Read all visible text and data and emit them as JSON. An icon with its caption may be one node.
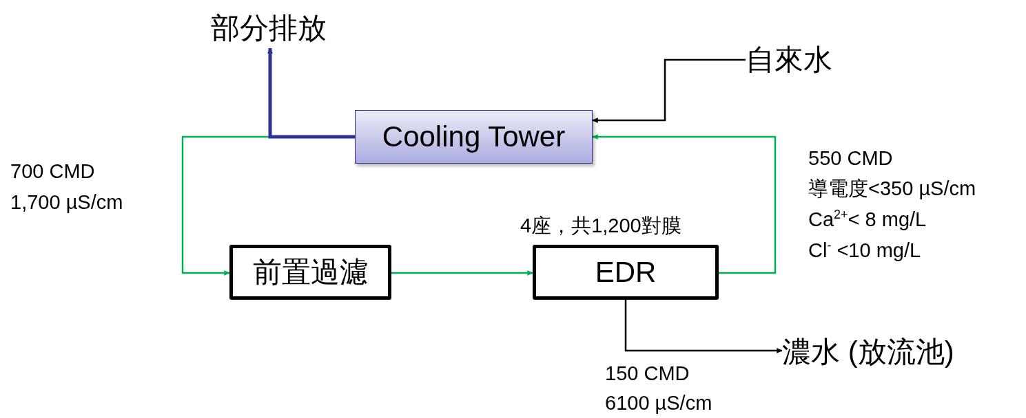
{
  "diagram": {
    "nodes": [
      {
        "text": [
          "Cooling Tower"
        ]
      },
      {
        "text": [
          "前置過濾"
        ]
      },
      {
        "text": [
          "EDR"
        ],
        "beside": [
          "4座，共1,200對膜"
        ]
      },
      {
        "text": [
          "自來水"
        ]
      },
      {
        "text": [
          "部分排放"
        ]
      },
      {
        "text": [
          "濃水 (放流池)"
        ]
      }
    ],
    "edges": [
      {
        "from": 0,
        "to": 1,
        "arrow": "to"
      },
      {
        "from": 1,
        "to": 2,
        "arrow": "to"
      },
      {
        "from": 2,
        "to": 0,
        "arrow": "to"
      },
      {
        "from": 3,
        "to": 0,
        "arrow": "to",
        "color": "#000000"
      },
      {
        "from": 0,
        "to": 4,
        "arrow": "to",
        "style": "thick",
        "color": "#2e3192"
      },
      {
        "from": 2,
        "to": 5,
        "arrow": "to",
        "color": "#000000"
      }
    ],
    "labels": [
      "700 CMD",
      "1,700 µS/cm",
      "550 CMD",
      "導電度<350 µS/cm",
      "Ca$^{2+}$< 8 mg/L",
      "Cl$^{-}$ <10 mg/L",
      "150 CMD",
      "6100 µS/cm"
    ]
  }
}
